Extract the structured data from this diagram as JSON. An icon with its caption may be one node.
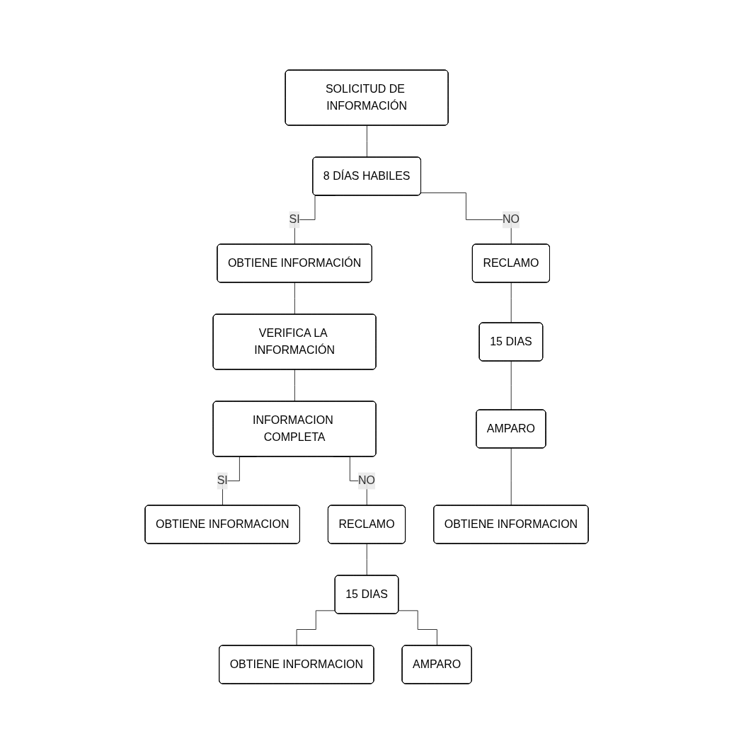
{
  "diagram": {
    "nodes": [
      {
        "text": [
          "SOLICITUD DE INFORMACIÓN"
        ]
      },
      {
        "text": [
          "8 DÍAS HABILES"
        ]
      },
      {
        "text": [
          "OBTIENE INFORMACIÓN"
        ]
      },
      {
        "text": [
          "RECLAMO"
        ]
      },
      {
        "text": [
          "VERIFICA LA INFORMACIÓN"
        ]
      },
      {
        "text": [
          "15 DIAS"
        ]
      },
      {
        "text": [
          "INFORMACION COMPLETA"
        ]
      },
      {
        "text": [
          "AMPARO"
        ]
      },
      {
        "text": [
          "OBTIENE INFORMACION"
        ]
      },
      {
        "text": [
          "RECLAMO"
        ]
      },
      {
        "text": [
          "OBTIENE INFORMACION"
        ]
      },
      {
        "text": [
          "OBTIENE INFORMACION"
        ]
      },
      {
        "text": [
          "15 DIAS"
        ]
      },
      {
        "text": [
          "AMPARO"
        ]
      }
    ],
    "edges": [
      {
        "from": 0,
        "to": 1,
        "arrow": "none"
      },
      {
        "from": 1,
        "to": 2,
        "arrow": "none",
        "label": "SI"
      },
      {
        "from": 1,
        "to": 3,
        "arrow": "none",
        "label": "NO"
      },
      {
        "from": 2,
        "to": 4,
        "arrow": "none"
      },
      {
        "from": 4,
        "to": 6,
        "arrow": "none"
      },
      {
        "from": 3,
        "to": 5,
        "arrow": "none"
      },
      {
        "from": 5,
        "to": 7,
        "arrow": "none"
      },
      {
        "from": 7,
        "to": 10,
        "arrow": "none"
      },
      {
        "from": 6,
        "to": 8,
        "arrow": "none",
        "label": "SI"
      },
      {
        "from": 6,
        "to": 9,
        "arrow": "none",
        "label": "NO"
      },
      {
        "from": 9,
        "to": 12,
        "arrow": "none"
      },
      {
        "from": 12,
        "to": 11,
        "arrow": "none"
      },
      {
        "from": 12,
        "to": 13,
        "arrow": "none"
      }
    ]
  }
}
